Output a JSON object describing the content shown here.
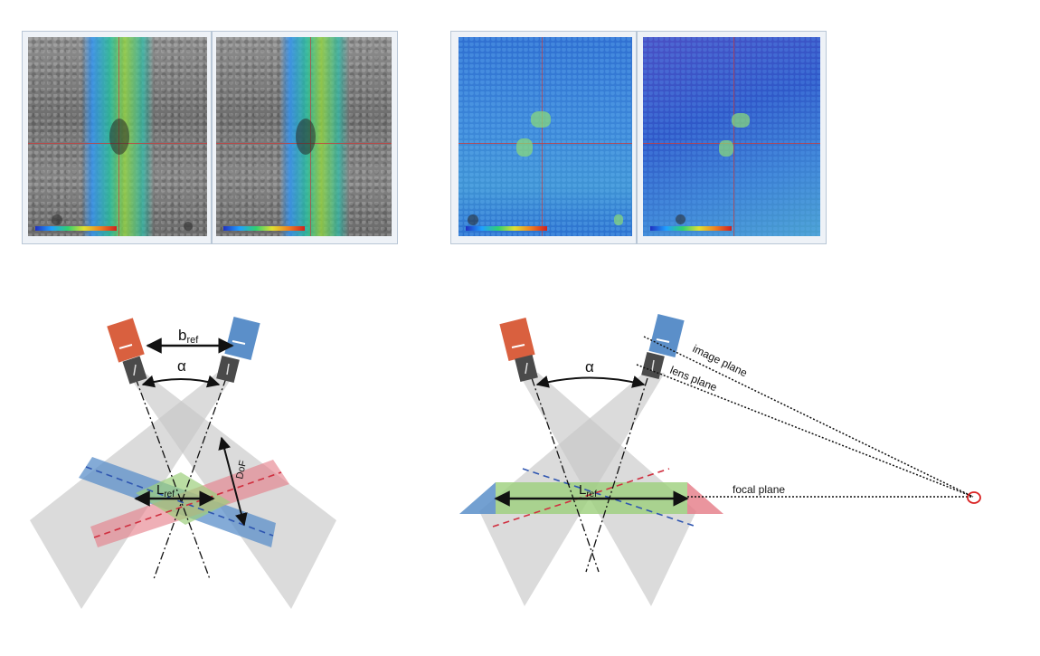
{
  "left_diagram": {
    "baseline_label_main": "b",
    "baseline_label_sub": "ref",
    "angle_label": "α",
    "length_label_main": "L",
    "length_label_sub": "ref",
    "dof_label": "DoF"
  },
  "right_diagram": {
    "angle_label": "α",
    "length_label_main": "L",
    "length_label_sub": "ref",
    "image_plane_label": "image plane",
    "lens_plane_label": "lens plane",
    "focal_plane_label": "focal plane"
  },
  "colors": {
    "camera_left": "#d9603f",
    "camera_right": "#5b8fc9",
    "dof_blue": "#5b8fc9",
    "dof_red": "#e57a86",
    "focus_green": "#9ccf7c",
    "cone_gray": "#c8c8c8"
  }
}
